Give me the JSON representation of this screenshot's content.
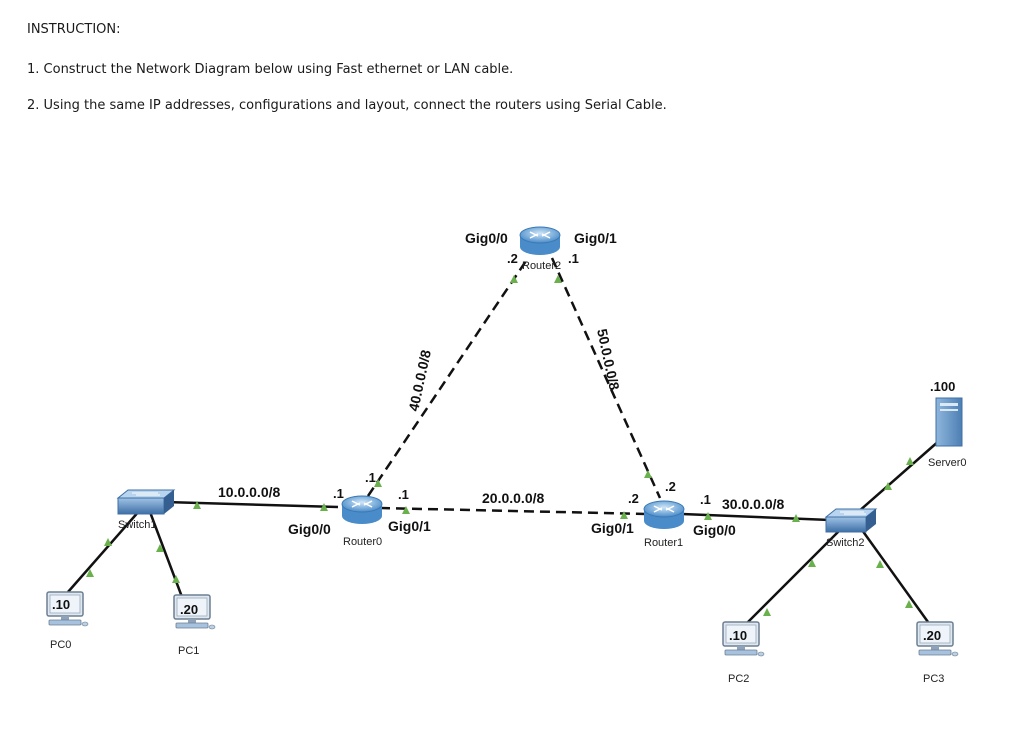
{
  "instruction": {
    "heading": "INSTRUCTION:",
    "step1": "1. Construct the Network Diagram below using Fast ethernet or LAN cable.",
    "step2": "2. Using the same IP addresses, configurations and layout, connect the routers using Serial Cable."
  },
  "diagram": {
    "networks": {
      "net10": "10.0.0.0/8",
      "net20": "20.0.0.0/8",
      "net30": "30.0.0.0/8",
      "net40": "40.0.0.0/8",
      "net50": "50.0.0.0/8"
    },
    "router0": {
      "name": "Router0",
      "gig0": "Gig0/0",
      "gig1": "Gig0/1",
      "ip_gig0": ".1",
      "ip_gig1": ".1",
      "ip_up": ".1"
    },
    "router1": {
      "name": "Router1",
      "gig0": "Gig0/0",
      "gig1": "Gig0/1",
      "ip_gig0": ".1",
      "ip_gig1": ".2",
      "ip_up": ".2"
    },
    "router2": {
      "name": "Router2",
      "gig0": "Gig0/0",
      "gig1": "Gig0/1",
      "ip_gig0": ".2",
      "ip_gig1": ".1"
    },
    "switch1": {
      "name": "Switch1"
    },
    "switch2": {
      "name": "Switch2"
    },
    "pc0": {
      "name": "PC0",
      "ip": ".10"
    },
    "pc1": {
      "name": "PC1",
      "ip": ".20"
    },
    "pc2": {
      "name": "PC2",
      "ip": ".10"
    },
    "pc3": {
      "name": "PC3",
      "ip": ".20"
    },
    "server0": {
      "name": "Server0",
      "ip": ".100"
    },
    "colors": {
      "link": "#111111",
      "port": "#6ab04c",
      "router": "#4a8cc9",
      "switch": "#4f7fb8"
    }
  }
}
